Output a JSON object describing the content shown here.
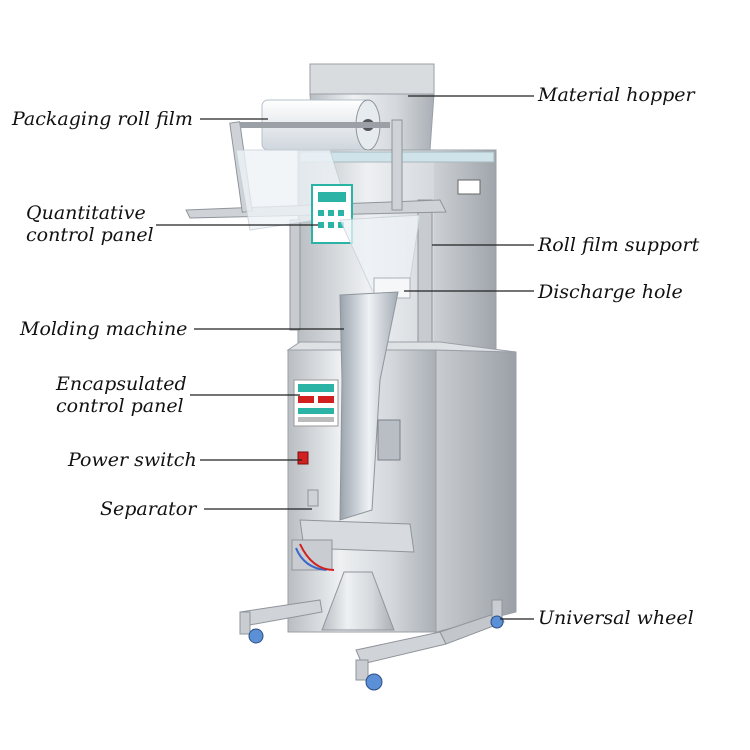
{
  "labels": {
    "material_hopper": "Material hopper",
    "packaging_roll_film": "Packaging roll film",
    "quantitative_control_panel_1": "Quantitative",
    "quantitative_control_panel_2": "control panel",
    "roll_film_support": "Roll film support",
    "discharge_hole": "Discharge hole",
    "molding_machine": "Molding machine",
    "encapsulated_control_panel_1": "Encapsulated",
    "encapsulated_control_panel_2": "control panel",
    "power_switch": "Power switch",
    "separator": "Separator",
    "universal_wheel": "Universal wheel"
  },
  "colors": {
    "steel_light": "#e4e6e8",
    "steel_mid": "#c3c7cb",
    "steel_dark": "#8f959b",
    "panel_teal": "#2bb3a6",
    "switch_red": "#d22020",
    "wheel_blue": "#5b8fd6",
    "leader_line": "#222222"
  }
}
